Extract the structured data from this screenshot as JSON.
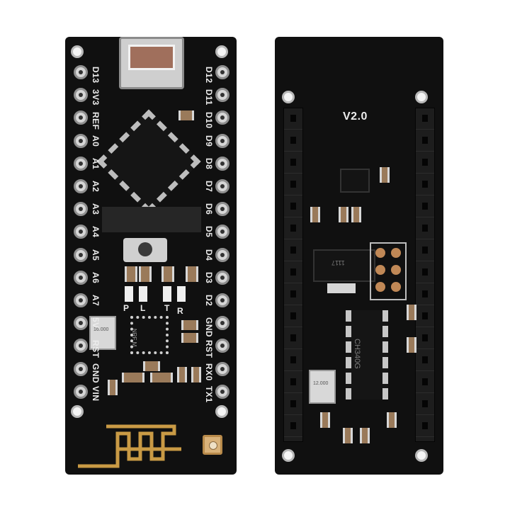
{
  "front": {
    "left_pin_labels": [
      "D13",
      "3V3",
      "REF",
      "A0",
      "A1",
      "A2",
      "A3",
      "A4",
      "A5",
      "A6",
      "A7",
      "5V",
      "RST",
      "GND",
      "VIN"
    ],
    "right_pin_labels": [
      "D12",
      "D11",
      "D10",
      "D9",
      "D8",
      "D7",
      "D6",
      "D5",
      "D4",
      "D3",
      "D2",
      "GND",
      "RST",
      "RX0",
      "TX1"
    ],
    "led_labels": [
      "P",
      "L",
      "T",
      "R"
    ],
    "rf_chip_text": "NRF M",
    "crystal_text": "16.000"
  },
  "back": {
    "version_label": "V2.0",
    "usb_chip_text": "CH340G",
    "regulator_text": "1117",
    "crystal_text": "12.000"
  },
  "colors": {
    "pcb": "#101010",
    "gold": "#c99a45",
    "silk": "#ececec"
  }
}
